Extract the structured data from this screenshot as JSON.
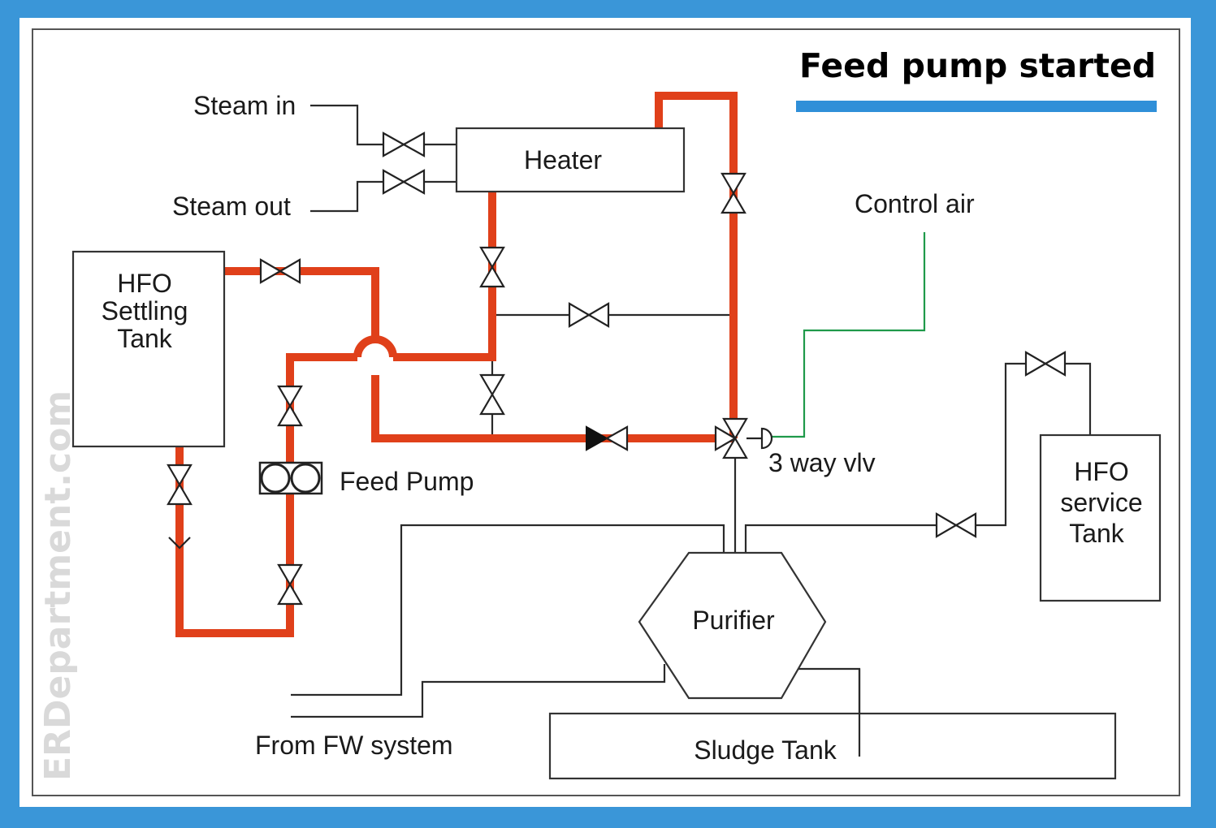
{
  "title": "Feed pump started",
  "watermark": "ERDepartment.com",
  "labels": {
    "steam_in": "Steam in",
    "steam_out": "Steam out",
    "heater": "Heater",
    "control_air": "Control air",
    "settling_tank": [
      "HFO",
      "Settling",
      "Tank"
    ],
    "feed_pump": "Feed Pump",
    "three_way_valve": "3 way vlv",
    "service_tank": [
      "HFO",
      "service",
      "Tank"
    ],
    "purifier": "Purifier",
    "from_fw_system": "From FW system",
    "sludge_tank": "Sludge Tank"
  },
  "colors": {
    "frame_blue": "#3a96d8",
    "active_pipe": "#e0401a",
    "control_air_line": "#1f9a4a",
    "title_underline": "#2f8fd8"
  }
}
